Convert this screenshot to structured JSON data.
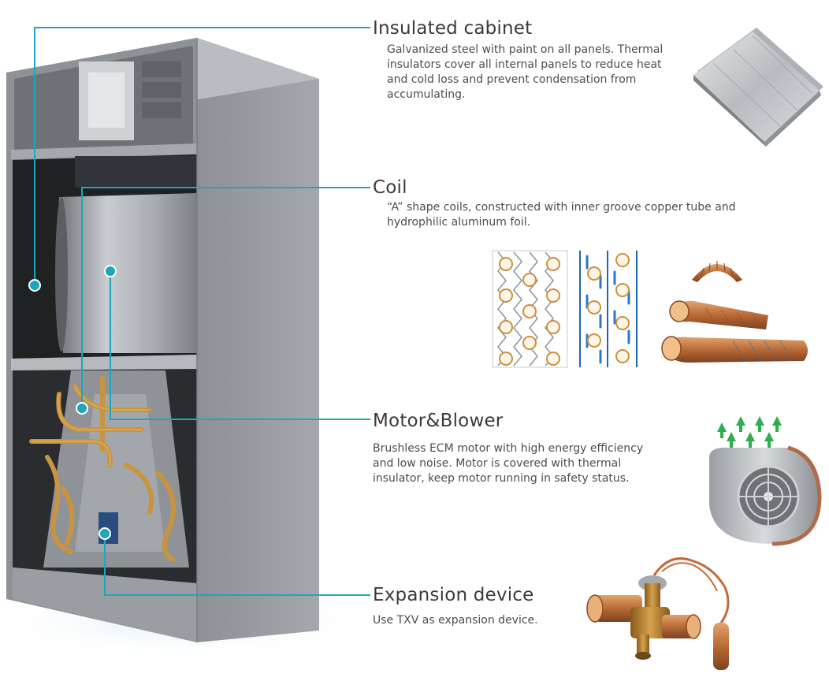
{
  "accent_color": "#1fa6bb",
  "features": [
    {
      "title": "Insulated cabinet",
      "lines": [
        "Galvanized steel with paint on all panels. Thermal",
        "insulators cover all internal panels to reduce heat",
        "and cold loss and prevent condensation from",
        "accumulating."
      ],
      "image": "insulation-foil-panel"
    },
    {
      "title": "Coil",
      "lines": [
        "“A” shape coils, constructed with inner groove copper tube and",
        "hydrophilic aluminum foil."
      ],
      "images": [
        "fin-pattern-diagram",
        "grooved-copper-tubes"
      ]
    },
    {
      "title": "Motor&Blower",
      "lines": [
        "Brushless ECM motor with high energy efficiency",
        "and low noise. Motor is covered with thermal",
        "insulator, keep motor running in safety status."
      ],
      "image": "blower-with-airflow-arrows"
    },
    {
      "title": "Expansion device",
      "lines": [
        "Use TXV as expansion device."
      ],
      "image": "txv-valve"
    }
  ],
  "product_image": "air-handler-unit-cutaway"
}
